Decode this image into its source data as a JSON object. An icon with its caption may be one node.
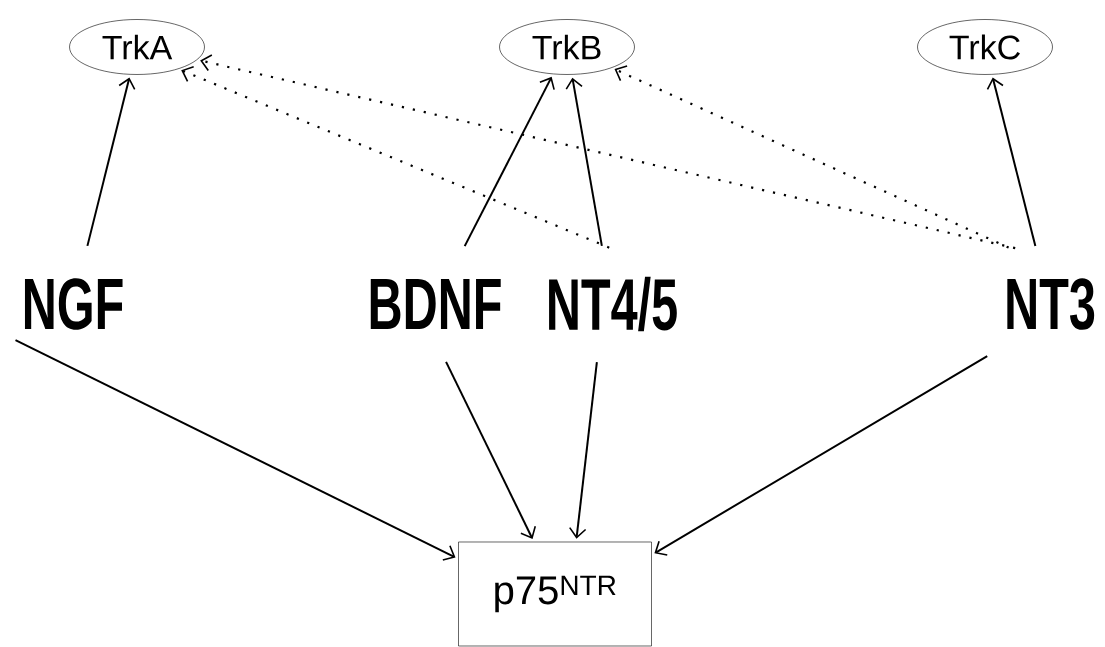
{
  "diagram": {
    "nodes": [
      {
        "text": [
          "TrkA"
        ]
      },
      {
        "text": [
          "TrkB"
        ]
      },
      {
        "text": [
          "TrkC"
        ]
      },
      {
        "text": [
          "NGF"
        ]
      },
      {
        "text": [
          "BDNF"
        ]
      },
      {
        "text": [
          "NT4/5"
        ]
      },
      {
        "text": [
          "NT3"
        ]
      },
      {
        "text": [
          "p75$^{NTR}$"
        ]
      }
    ],
    "edges": [
      {
        "from": 3,
        "to": 0,
        "arrow": "to"
      },
      {
        "from": 4,
        "to": 1,
        "arrow": "to"
      },
      {
        "from": 5,
        "to": 1,
        "arrow": "to"
      },
      {
        "from": 6,
        "to": 2,
        "arrow": "to"
      },
      {
        "from": 5,
        "to": 0,
        "arrow": "to",
        "style": "dashed"
      },
      {
        "from": 6,
        "to": 0,
        "arrow": "to",
        "style": "dashed"
      },
      {
        "from": 6,
        "to": 1,
        "arrow": "to",
        "style": "dashed"
      },
      {
        "from": 3,
        "to": 7,
        "arrow": "to"
      },
      {
        "from": 4,
        "to": 7,
        "arrow": "to"
      },
      {
        "from": 5,
        "to": 7,
        "arrow": "to"
      },
      {
        "from": 6,
        "to": 7,
        "arrow": "to"
      }
    ]
  }
}
